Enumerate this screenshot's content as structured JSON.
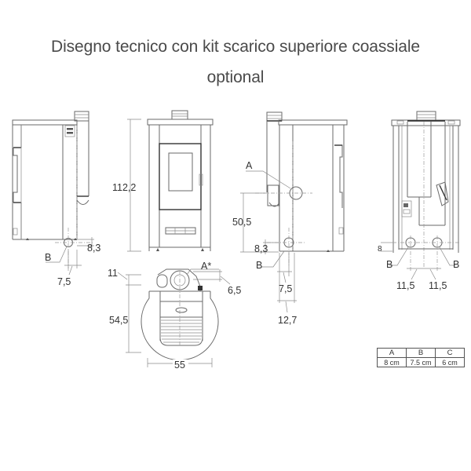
{
  "title": {
    "line1": "Disegno tecnico con kit scarico superiore coassiale",
    "line2": "optional"
  },
  "views": {
    "left_side": {
      "label_b": "B",
      "dim_vertical": "8,3",
      "dim_horizontal": "7,5"
    },
    "front": {
      "dim_height": "112,2"
    },
    "right_side": {
      "label_a": "A",
      "label_b": "B",
      "dim_height_a": "50,5",
      "dim_vertical_b": "8,3",
      "dim_offset_1": "7,5",
      "dim_offset_2": "12,7"
    },
    "rear": {
      "label_b_left": "B",
      "label_b_right": "B",
      "dim_left": "11,5",
      "dim_right": "11,5",
      "dim_vertical": "8"
    },
    "top": {
      "label_a": "A*",
      "dim_top_offset": "11",
      "dim_collar": "6,5",
      "dim_depth": "54,5",
      "dim_width": "55"
    }
  },
  "spec_table": {
    "headers": [
      "A",
      "B",
      "C"
    ],
    "values": [
      "8 cm",
      "7.5 cm",
      "6 cm"
    ]
  },
  "colors": {
    "title_text": "#4a4a4a",
    "line": "#6a6a6a",
    "background": "#ffffff"
  }
}
